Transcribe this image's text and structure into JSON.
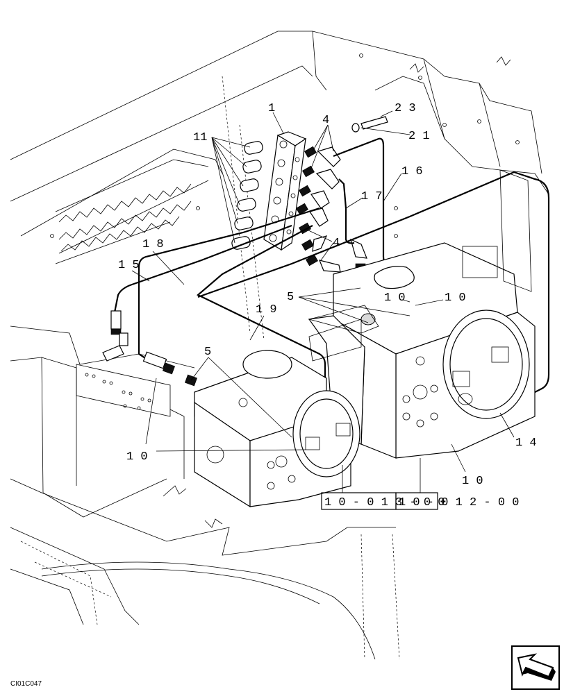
{
  "figure_code": "CI01C047",
  "callouts": [
    {
      "key": "c1",
      "text": "1"
    },
    {
      "key": "c11",
      "text": "11"
    },
    {
      "key": "c4a",
      "text": "4"
    },
    {
      "key": "c23",
      "text": "2 3"
    },
    {
      "key": "c21",
      "text": "2 1"
    },
    {
      "key": "c16",
      "text": "1 6"
    },
    {
      "key": "c17",
      "text": "1 7"
    },
    {
      "key": "c4b",
      "text": "4"
    },
    {
      "key": "c18",
      "text": "1 8"
    },
    {
      "key": "c15",
      "text": "1 5"
    },
    {
      "key": "c5a",
      "text": "5"
    },
    {
      "key": "c10a",
      "text": "1 0"
    },
    {
      "key": "c10b",
      "text": "1 0"
    },
    {
      "key": "c19",
      "text": "1 9"
    },
    {
      "key": "c5b",
      "text": "5"
    },
    {
      "key": "c10c",
      "text": "1 0"
    },
    {
      "key": "c14",
      "text": "1 4"
    },
    {
      "key": "c10d",
      "text": "1 0"
    }
  ],
  "reference_boxes": [
    {
      "key": "r1",
      "text": "1 0 - 0 1 3 - 0 0"
    },
    {
      "key": "r2",
      "text": "1 0 - 0 1 2 - 0 0"
    }
  ],
  "icons": {
    "navigation": "arrow-back-icon"
  }
}
